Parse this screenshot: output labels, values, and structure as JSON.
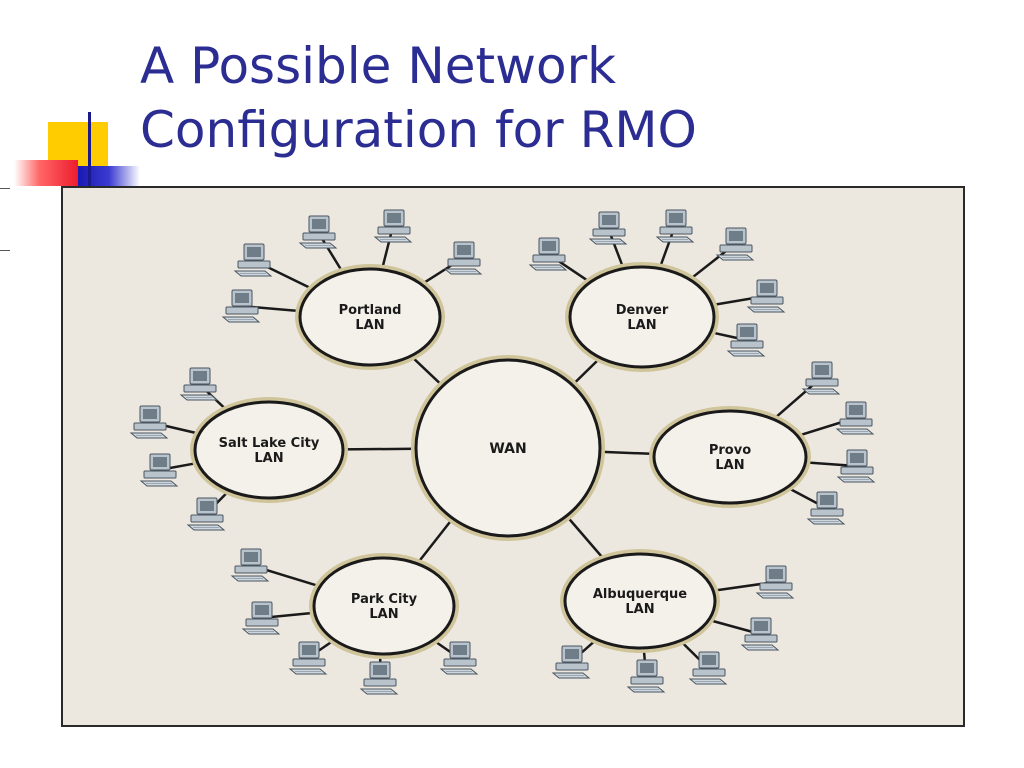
{
  "slide": {
    "title_line1": "A Possible Network",
    "title_line2": "Configuration for RMO"
  },
  "diagram": {
    "hub": {
      "id": "wan",
      "label": "WAN"
    },
    "nodes": [
      {
        "id": "portland",
        "line1": "Portland",
        "line2": "LAN",
        "computers": 5
      },
      {
        "id": "denver",
        "line1": "Denver",
        "line2": "LAN",
        "computers": 6
      },
      {
        "id": "provo",
        "line1": "Provo",
        "line2": "LAN",
        "computers": 4
      },
      {
        "id": "albuquerque",
        "line1": "Albuquerque",
        "line2": "LAN",
        "computers": 5
      },
      {
        "id": "park-city",
        "line1": "Park City",
        "line2": "LAN",
        "computers": 5
      },
      {
        "id": "salt-lake",
        "line1": "Salt Lake City",
        "line2": "LAN",
        "computers": 4
      }
    ]
  },
  "colors": {
    "title": "#2b2d93",
    "diagram_bg": "#ece8df",
    "circle_fill": "#f4f1ea",
    "circle_ring": "#cfc49a",
    "circle_stroke": "#1a1a1a",
    "computer_body": "#b9c3cc",
    "computer_screen": "#6f7d89"
  },
  "icons": [
    "computer-icon"
  ]
}
